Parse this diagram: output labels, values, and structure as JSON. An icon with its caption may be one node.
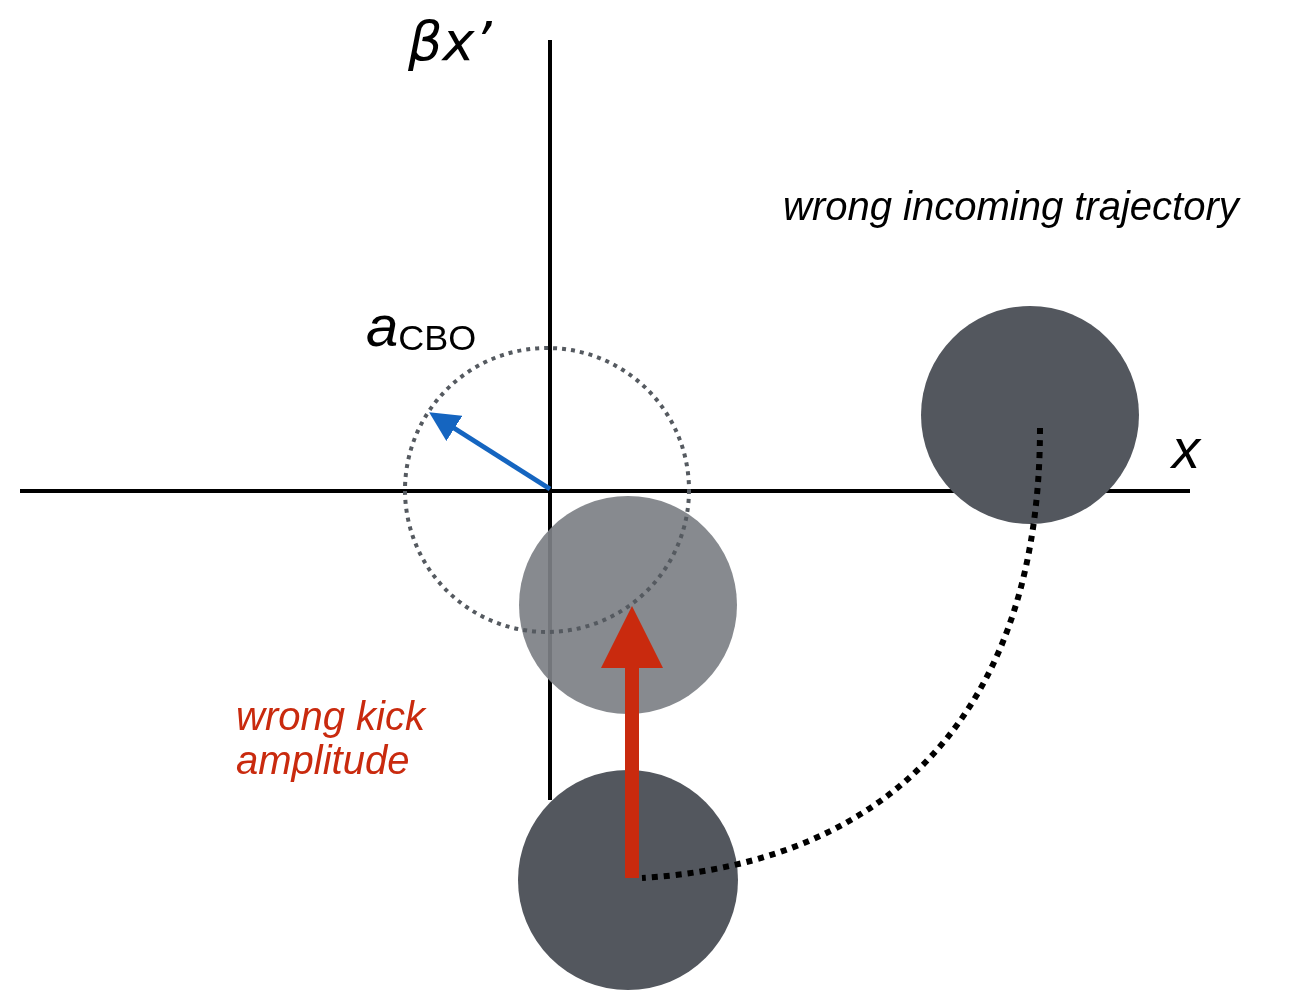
{
  "diagram": {
    "nodes": [
      {
        "text": [],
        "shape": "circle"
      },
      {
        "text": [],
        "shape": "circle"
      },
      {
        "text": [],
        "shape": "circle"
      }
    ],
    "edges": [
      {
        "from": 0,
        "to": 2,
        "arrow": "none",
        "style": "dashed"
      },
      {
        "from": 2,
        "to": 1,
        "arrow": "to",
        "style": "thick",
        "color": "#c92a0e"
      }
    ],
    "labels": [
      "βx’",
      "wrong incoming trajectory",
      "*a*$_{CBO}$",
      "x",
      "wrong kick amplitude"
    ]
  }
}
